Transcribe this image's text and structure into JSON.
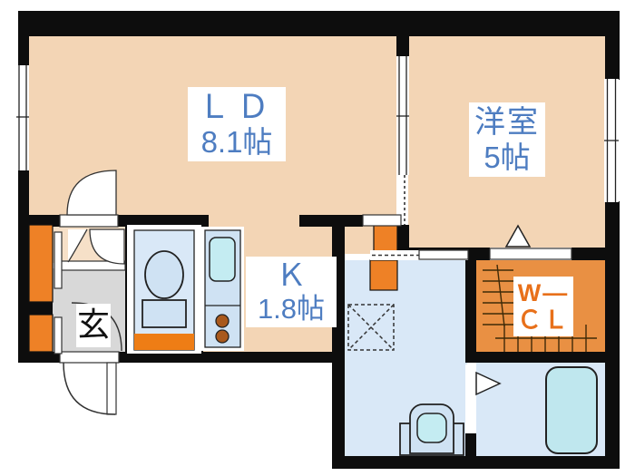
{
  "title": "apartment-floor-plan",
  "labels": {
    "living_dining": {
      "line1": "ＬＤ",
      "line2": "8.1帖"
    },
    "western_room": {
      "line1": "洋室",
      "line2": "5帖"
    },
    "kitchen": {
      "line1": "Ｋ",
      "line2": "1.8帖"
    },
    "walk_in_closet": {
      "line1": "W—",
      "line2": "ＣＬ"
    },
    "entrance": {
      "label": "玄"
    }
  },
  "colors": {
    "wall": "#0d0d0d",
    "room_floor_peach": "#f3d5b5",
    "hall_floor": "#f6e0c8",
    "entrance_floor_gray": "#d8d8d8",
    "wet_area_floor_blue": "#d9e8f7",
    "cabinet_orange": "#ee8126",
    "walk_in_closet_floor": "#e99043",
    "toilet_counter_orange": "#ee7d15",
    "fixture_blue": "#cfe2f3",
    "sink_cyan": "#c4ecf2",
    "label_text_blue": "#4e7dc1",
    "label_text_orange": "#e8701a",
    "background": "#ffffff"
  }
}
